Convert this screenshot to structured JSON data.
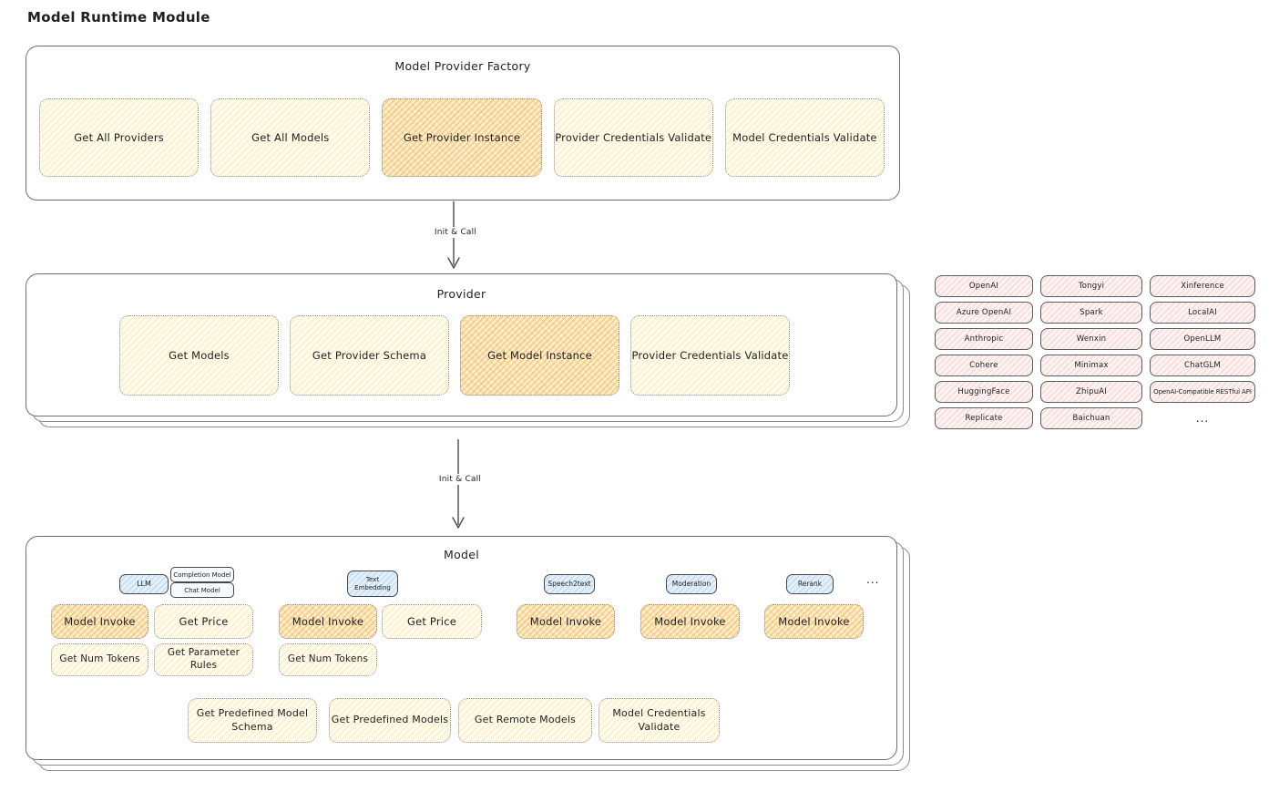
{
  "page_title": "Model Runtime Module",
  "arrows": {
    "top": "Init & Call",
    "bottom": "Init & Call"
  },
  "factory": {
    "title": "Model Provider Factory",
    "items": [
      {
        "label": "Get All Providers",
        "highlight": false
      },
      {
        "label": "Get All Models",
        "highlight": false
      },
      {
        "label": "Get Provider Instance",
        "highlight": true
      },
      {
        "label": "Provider Credentials Validate",
        "highlight": false
      },
      {
        "label": "Model Credentials Validate",
        "highlight": false
      }
    ]
  },
  "provider": {
    "title": "Provider",
    "items": [
      {
        "label": "Get Models",
        "highlight": false
      },
      {
        "label": "Get Provider Schema",
        "highlight": false
      },
      {
        "label": "Get Model Instance",
        "highlight": true
      },
      {
        "label": "Provider Credentials Validate",
        "highlight": false
      }
    ]
  },
  "grid": {
    "items": [
      "OpenAI",
      "Tongyi",
      "Xinference",
      "Azure OpenAI",
      "Spark",
      "LocalAI",
      "Anthropic",
      "Wenxin",
      "OpenLLM",
      "Cohere",
      "Minimax",
      "ChatGLM",
      "HuggingFace",
      "ZhipuAI",
      "OpenAI-Compatible RESTful API",
      "Replicate",
      "Baichuan"
    ],
    "more": "..."
  },
  "model": {
    "title": "Model",
    "tags": {
      "llm": "LLM",
      "completion": "Completion Model",
      "chat": "Chat Model",
      "text_embedding": "Text Embedding",
      "speech2text": "Speech2text",
      "moderation": "Moderation",
      "rerank": "Rerank",
      "more": "..."
    },
    "functions": {
      "llm": [
        "Model Invoke",
        "Get Price",
        "Get Num Tokens",
        "Get Parameter Rules"
      ],
      "text_embedding": [
        "Model Invoke",
        "Get Price",
        "Get Num Tokens"
      ],
      "speech2text": [
        "Model Invoke"
      ],
      "moderation": [
        "Model Invoke"
      ],
      "rerank": [
        "Model Invoke"
      ]
    },
    "common": [
      "Get Predefined Model Schema",
      "Get Predefined Models",
      "Get Remote Models",
      "Model Credentials Validate"
    ]
  },
  "colors": {
    "ink": "#1f1f1f",
    "frame_border": "#6f6f6f",
    "yellow_fill": "#fffcee",
    "orange_fill": "#fcedcb",
    "pink_fill": "#fdf3f3",
    "blue_fill": "#e3f0fa"
  }
}
